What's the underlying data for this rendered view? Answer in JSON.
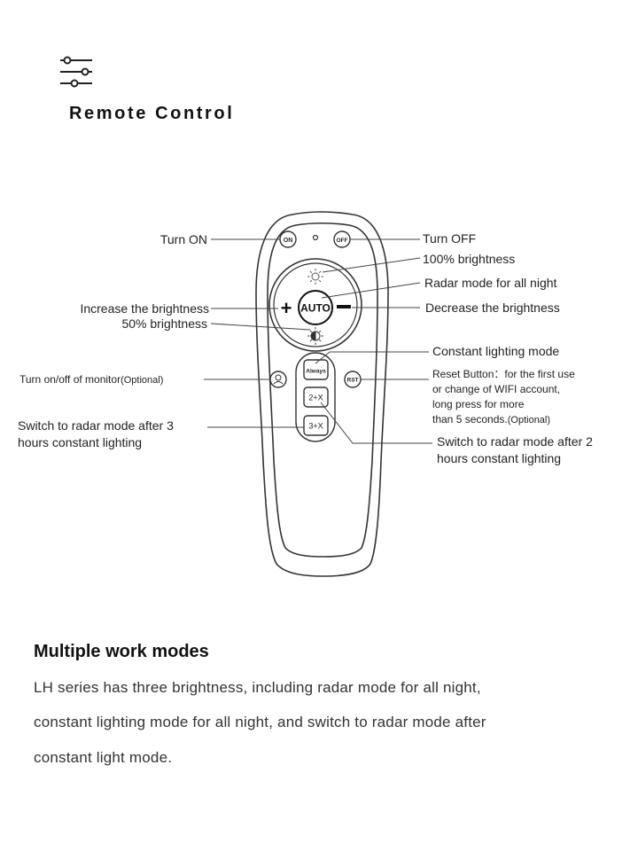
{
  "header": {
    "icon": "sliders-settings-icon",
    "title": "Remote Control"
  },
  "remote": {
    "buttons": {
      "on": "ON",
      "off": "OFF",
      "auto": "AUTO",
      "plus": "+",
      "always": "Always",
      "rst": "RST",
      "two_x": "2+X",
      "three_x": "3+X"
    }
  },
  "labels": {
    "turn_on": "Turn ON",
    "turn_off": "Turn OFF",
    "brightness_100": "100% brightness",
    "radar_all_night": "Radar mode for all night",
    "increase_brightness": "Increase the brightness",
    "brightness_50": "50% brightness",
    "decrease_brightness": "Decrease the brightness",
    "constant_lighting": "Constant lighting mode",
    "monitor_text": "Turn on/off of monitor",
    "monitor_optional": "(Optional)",
    "reset_line1": "Reset Button：for the first use",
    "reset_line2": "or change of WIFI account,",
    "reset_line3": "long press for more",
    "reset_line4": "than 5 seconds.",
    "reset_optional": "(Optional)",
    "switch3_line1": "Switch to radar mode after 3",
    "switch3_line2": "hours constant lighting",
    "switch2_line1": "Switch to radar mode after 2",
    "switch2_line2": "hours constant lighting"
  },
  "section": {
    "title": "Multiple work modes",
    "line1": "LH series has three brightness, including radar mode for all night,",
    "line2": "constant lighting mode for all night, and switch to radar mode after",
    "line3": "constant light mode."
  }
}
